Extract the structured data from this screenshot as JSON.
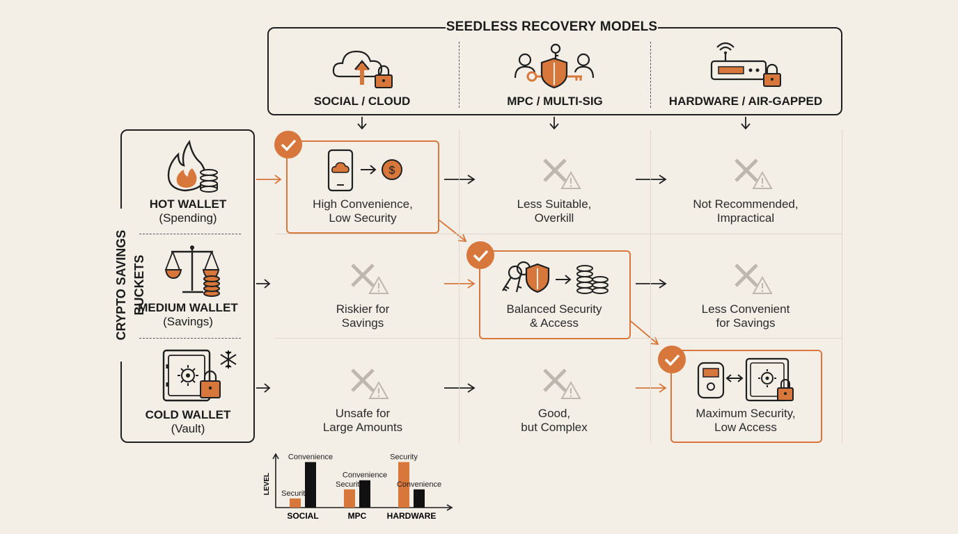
{
  "models": {
    "title": "SEEDLESS RECOVERY MODELS",
    "items": [
      {
        "label": "SOCIAL / CLOUD",
        "icon": "cloud-upload-lock-icon"
      },
      {
        "label": "MPC / MULTI-SIG",
        "icon": "people-shield-key-icon"
      },
      {
        "label": "HARDWARE / AIR-GAPPED",
        "icon": "device-wifi-lock-icon"
      }
    ]
  },
  "buckets": {
    "title": "CRYPTO SAVINGS BUCKETS",
    "items": [
      {
        "name": "HOT WALLET",
        "sub": "(Spending)",
        "icon": "flame-coins-icon"
      },
      {
        "name": "MEDIUM WALLET",
        "sub": "(Savings)",
        "icon": "scale-coins-icon"
      },
      {
        "name": "COLD WALLET",
        "sub": "(Vault)",
        "icon": "safe-snowflake-lock-icon"
      }
    ]
  },
  "cells": {
    "hot_social": {
      "line1": "High Convenience,",
      "line2": "Low Security",
      "recommended": true
    },
    "hot_mpc": {
      "line1": "Less Suitable,",
      "line2": "Overkill",
      "recommended": false
    },
    "hot_hw": {
      "line1": "Not Recommended,",
      "line2": "Impractical",
      "recommended": false
    },
    "med_social": {
      "line1": "Riskier for",
      "line2": "Savings",
      "recommended": false
    },
    "med_mpc": {
      "line1": "Balanced Security",
      "line2": "& Access",
      "recommended": true
    },
    "med_hw": {
      "line1": "Less Convenient",
      "line2": "for Savings",
      "recommended": false
    },
    "cold_social": {
      "line1": "Unsafe for",
      "line2": "Large Amounts",
      "recommended": false
    },
    "cold_mpc": {
      "line1": "Good,",
      "line2": "but Complex",
      "recommended": false
    },
    "cold_hw": {
      "line1": "Maximum Security,",
      "line2": "Low Access",
      "recommended": true
    }
  },
  "colors": {
    "accent": "#d7773b",
    "ink": "#1f1f1f",
    "muted": "#bdb7ae",
    "background": "#f3efe7"
  },
  "chart_data": {
    "type": "bar",
    "ylabel": "LEVEL",
    "categories": [
      "SOCIAL",
      "MPC",
      "HARDWARE"
    ],
    "series": [
      {
        "name": "Security",
        "color": "#d7773b",
        "values": [
          1,
          2,
          5
        ]
      },
      {
        "name": "Convenience",
        "color": "#111111",
        "values": [
          5,
          3,
          2
        ]
      }
    ],
    "ylim": [
      0,
      5.5
    ]
  }
}
